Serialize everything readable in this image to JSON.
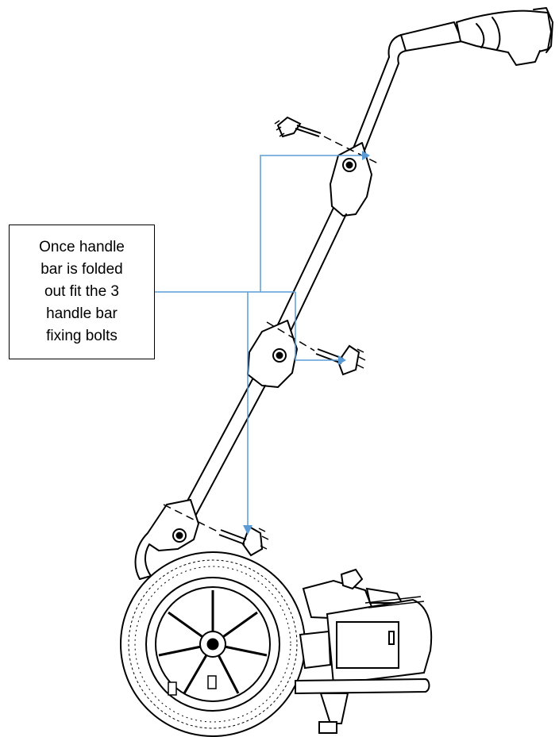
{
  "figure": {
    "callout_lines": [
      "Once handle",
      "bar is folded",
      "out fit the 3",
      "handle bar",
      "fixing bolts"
    ],
    "colors": {
      "line_art": "#000000",
      "leader_lines": "#5b9bd5",
      "background": "#ffffff"
    }
  }
}
